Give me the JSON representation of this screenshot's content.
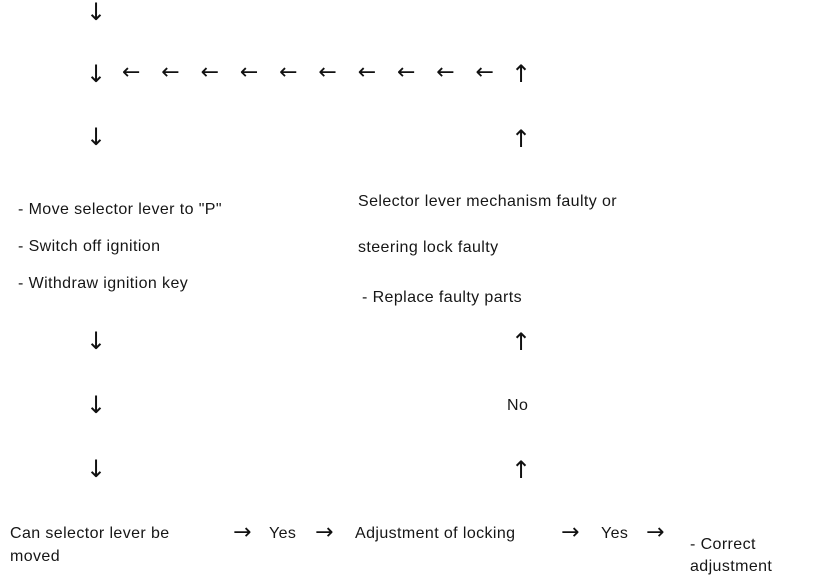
{
  "page": {
    "background": "#ffffff",
    "text_color": "#161616"
  },
  "icons": {
    "down_arrow": "↓",
    "up_arrow": "↑",
    "left_arrow": "←",
    "right_arrow": "→"
  },
  "flowchart": {
    "left_steps": [
      "- Move selector lever to \"P\"",
      "- Switch off ignition",
      "- Withdraw ignition key"
    ],
    "fault_block": {
      "line1": "Selector lever mechanism faulty or",
      "line2": "steering lock faulty",
      "action": "- Replace faulty parts"
    },
    "no_label": "No",
    "bottom_row": {
      "question_line1": "Can selector lever be",
      "question_line2": "moved",
      "yes1": "Yes",
      "middle_step": "Adjustment of locking",
      "yes2": "Yes",
      "result_line1": "- Correct",
      "result_line2": "adjustment"
    }
  }
}
